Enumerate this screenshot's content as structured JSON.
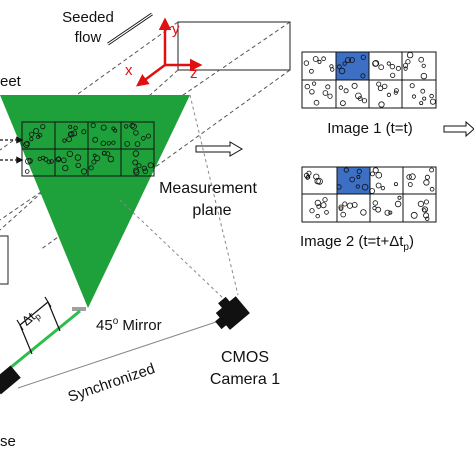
{
  "labels": {
    "seeded_flow_line1": "Seeded",
    "seeded_flow_line2": "flow",
    "sheet_fragment": "eet",
    "measurement_plane_line1": "Measurement",
    "measurement_plane_line2": "plane",
    "image1_caption": "Image 1 (t=t)",
    "image2_caption_main": "Image 2 (t=t+Δt",
    "image2_caption_sub": "p",
    "image2_caption_end": ")",
    "mirror_label_main": "45",
    "mirror_label_sup": "o",
    "mirror_label_rest": " Mirror",
    "delta_t_main": "Δt",
    "delta_t_sub": "p",
    "synchronized": "Synchronized",
    "camera_line1": "CMOS",
    "camera_line2": "Camera 1",
    "bottom_fragment": "se"
  },
  "axes": {
    "x": "x",
    "y": "y",
    "z": "z"
  },
  "colors": {
    "laser_sheet": "#1ea03a",
    "axis_red": "#e01010",
    "highlight_cell": "#3d6fc4",
    "mirror": "#a0a0a0",
    "beam": "#2ebd4a"
  }
}
